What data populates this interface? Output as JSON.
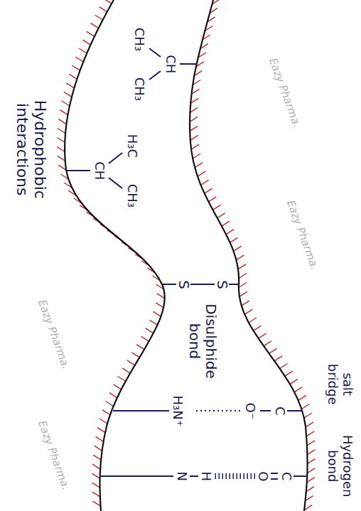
{
  "diagram": {
    "labels": [
      "Hydrophobic interactions",
      "CH₃",
      "CH",
      "CH₃",
      "H₃C",
      "CH",
      "CH₃",
      "S",
      "S",
      "Disulphide bond",
      "C",
      "O⁻",
      "H₃N⁺",
      "salt bridge",
      "C",
      "O",
      "H",
      "N",
      "Hydrogen bond",
      "Eazy Pharma.",
      "Eazy Pharma.",
      "Eazy Pharma.",
      "Eazy Pharma."
    ]
  }
}
